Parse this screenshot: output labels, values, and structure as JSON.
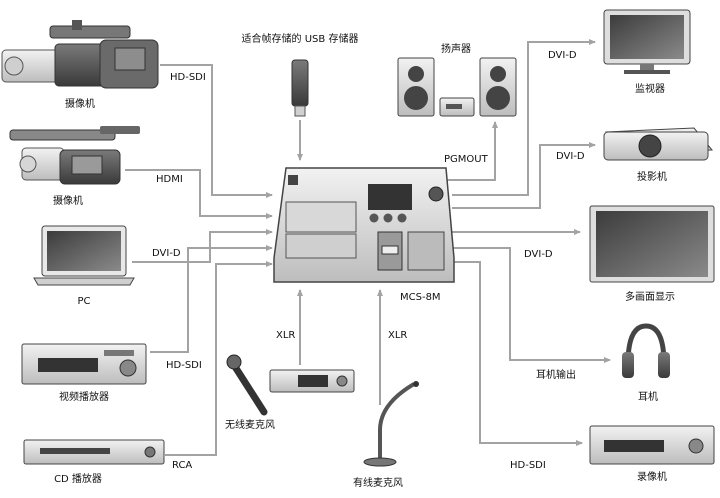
{
  "devices": {
    "camcorder1": "摄像机",
    "camcorder2": "摄像机",
    "pc": "PC",
    "video_player": "视频播放器",
    "cd_player": "CD 播放器",
    "usb": "适合帧存储的 USB 存储器",
    "speakers": "扬声器",
    "monitor": "监视器",
    "projector": "投影机",
    "multiview": "多画面显示",
    "headphones": "耳机",
    "recorder": "录像机",
    "wireless_mic": "无线麦克风",
    "wired_mic": "有线麦克风",
    "mixer": "MCS-8M"
  },
  "connections": {
    "cam1": "HD-SDI",
    "cam2": "HDMI",
    "pc": "DVI-D",
    "player": "HD-SDI",
    "cd": "RCA",
    "xlr_wireless": "XLR",
    "xlr_wired": "XLR",
    "pgmout": "PGMOUT",
    "monitor": "DVI-D",
    "projector": "DVI-D",
    "multiview": "DVI-D",
    "headphone": "耳机输出",
    "recorder": "HD-SDI"
  },
  "colors": {
    "arrow": "#a3a3a3",
    "device_dark": "#555555",
    "device_light": "#dcdcdc"
  }
}
